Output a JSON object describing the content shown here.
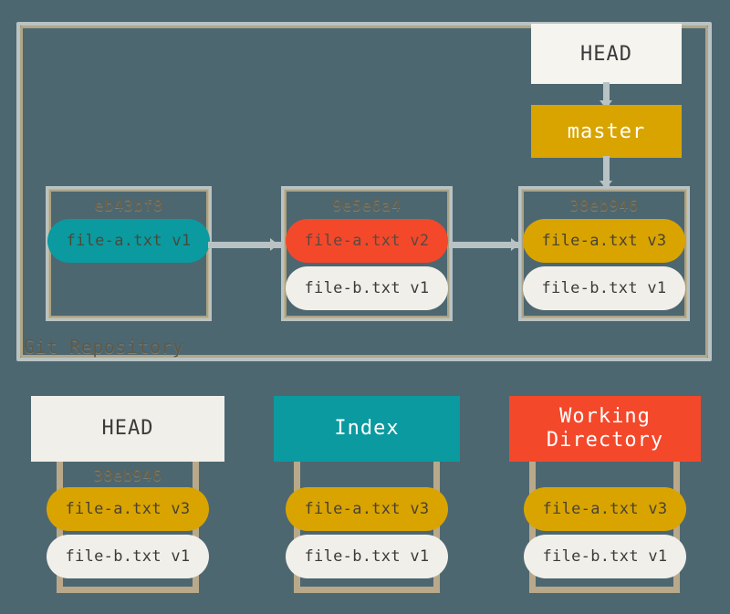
{
  "diagram": {
    "title": "Git Repository",
    "background_color": "#4d6771",
    "colors": {
      "teal": "#0a9aa0",
      "red": "#f4482b",
      "gold": "#d9a400",
      "white": "#f1efe9",
      "frame": "#b9c3c4",
      "frame_gold": "#c2b189"
    }
  },
  "repository": {
    "label": "Git Repository",
    "refs": {
      "head": "HEAD",
      "branch": "master"
    },
    "commits": [
      {
        "hash": "eb43bf8",
        "files": [
          {
            "label": "file-a.txt v1",
            "color": "teal"
          }
        ]
      },
      {
        "hash": "9e5e6a4",
        "files": [
          {
            "label": "file-a.txt v2",
            "color": "red"
          },
          {
            "label": "file-b.txt v1",
            "color": "white"
          }
        ]
      },
      {
        "hash": "38eb946",
        "files": [
          {
            "label": "file-a.txt v3",
            "color": "gold"
          },
          {
            "label": "file-b.txt v1",
            "color": "white"
          }
        ]
      }
    ]
  },
  "areas": [
    {
      "name": "HEAD",
      "header_color": "white",
      "hash": "38eb946",
      "files": [
        {
          "label": "file-a.txt v3",
          "color": "gold"
        },
        {
          "label": "file-b.txt v1",
          "color": "white"
        }
      ]
    },
    {
      "name": "Index",
      "header_color": "teal",
      "hash": "",
      "files": [
        {
          "label": "file-a.txt v3",
          "color": "gold"
        },
        {
          "label": "file-b.txt v1",
          "color": "white"
        }
      ]
    },
    {
      "name": "Working\nDirectory",
      "name_line1": "Working",
      "name_line2": "Directory",
      "header_color": "red",
      "hash": "",
      "files": [
        {
          "label": "file-a.txt v3",
          "color": "gold"
        },
        {
          "label": "file-b.txt v1",
          "color": "white"
        }
      ]
    }
  ]
}
